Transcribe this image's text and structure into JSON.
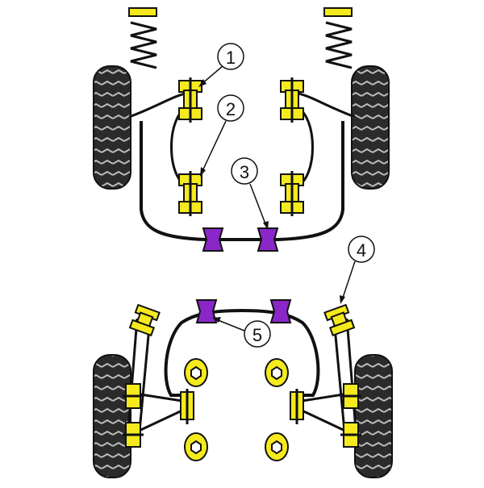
{
  "callouts": [
    {
      "id": "1",
      "label": "1"
    },
    {
      "id": "2",
      "label": "2"
    },
    {
      "id": "3",
      "label": "3"
    },
    {
      "id": "4",
      "label": "4"
    },
    {
      "id": "5",
      "label": "5"
    }
  ],
  "colors": {
    "yellow_bush": "#f5ea1e",
    "purple_bush": "#8a27c8",
    "tyre_dark": "#2b2b2b",
    "tyre_light": "#bdbdbd",
    "outline": "#111111",
    "background": "#ffffff"
  },
  "icons": {
    "spring": "coil-spring-icon",
    "tyre": "tyre-icon",
    "bush_yellow": "polyurethane-bush-icon",
    "bush_purple": "anti-roll-bar-bush-icon"
  }
}
